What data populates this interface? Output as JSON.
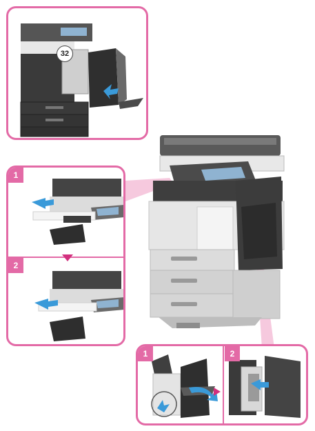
{
  "callout_top": {
    "part_number": "32"
  },
  "callout_left": {
    "steps": [
      {
        "number": "1"
      },
      {
        "number": "2"
      }
    ]
  },
  "callout_bottom": {
    "steps": [
      {
        "number": "1"
      },
      {
        "number": "2"
      }
    ]
  },
  "colors": {
    "accent_pink": "#e36aa6",
    "arrow_blue": "#3a9ad9",
    "machine_dark": "#3a3a3a",
    "machine_light": "#d9d9d9"
  }
}
